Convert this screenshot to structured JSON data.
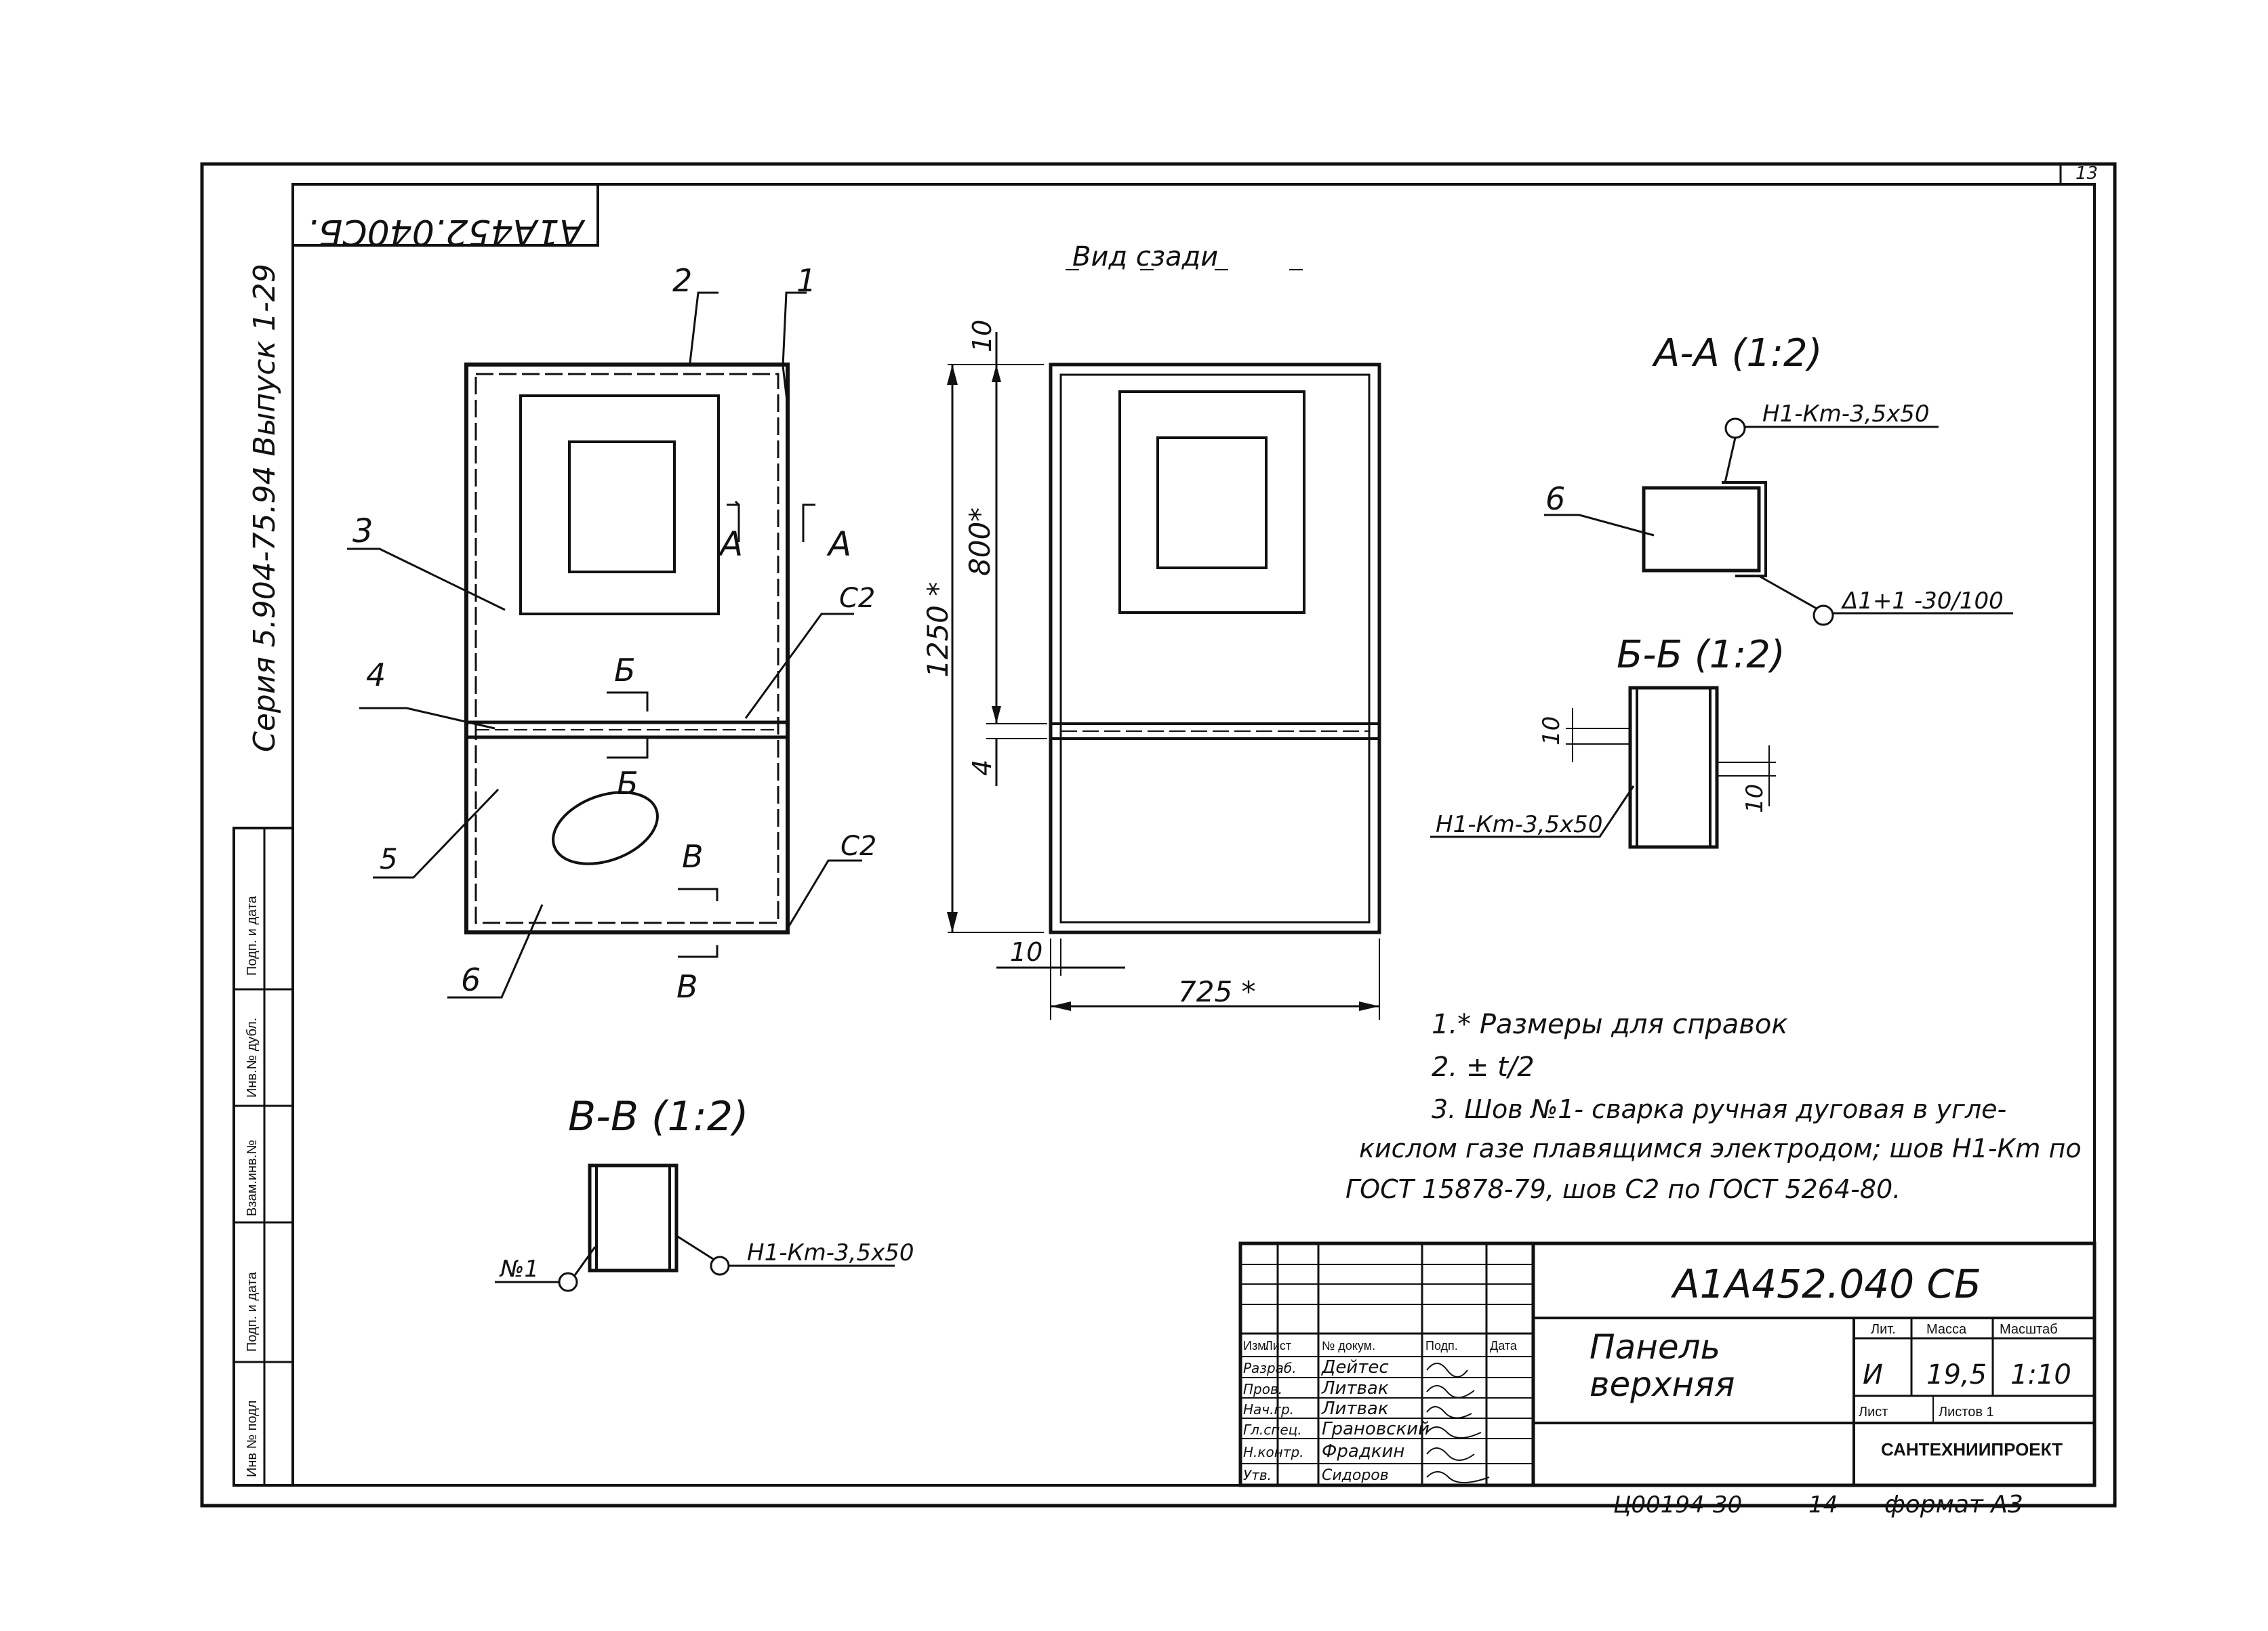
{
  "page_number": "13",
  "mirrored_stamp": "A1A452.040СБ.",
  "side_note": "Серия 5.904-75.94 Выпуск 1-29",
  "view_title": "Вид сзади",
  "left_panel": {
    "callouts": [
      "1",
      "2",
      "3",
      "4",
      "5",
      "6",
      "С2",
      "С2"
    ],
    "section_marks": [
      "А",
      "А",
      "Б",
      "Б",
      "В",
      "В"
    ]
  },
  "rear_view": {
    "dim_top": "10",
    "dim_upper": "800*",
    "dim_total": "1250 *",
    "dim_mid": "4",
    "dim_left": "10",
    "dim_width": "725 *"
  },
  "section_aa": {
    "title": "А-А (1:2)",
    "callout": "6",
    "weld_top": "Н1-Кm-3,5x50",
    "weld_bottom": "Δ1+1 -30/100"
  },
  "section_bb": {
    "title": "Б-Б (1:2)",
    "dim_a": "10",
    "dim_b": "10",
    "weld": "Н1-Кm-3,5x50"
  },
  "section_vv": {
    "title": "В-В (1:2)",
    "weld_left": "№1",
    "weld_right": "Н1-Кm-3,5x50"
  },
  "notes": [
    "1.* Размеры для справок",
    "2. ± t/2",
    "3. Шов №1- сварка ручная дуговая в угле-",
    "кислом газе плавящимся электродом; шов Н1-Кm по",
    "ГОСТ 15878-79, шов С2 по ГОСТ 5264-80."
  ],
  "left_strip": [
    "Подп. и дата",
    "Инв.№ дубл.",
    "Взам.инв.№",
    "Подп. и дата",
    "Инв № подл"
  ],
  "title_block": {
    "doc_number": "А1А452.040 СБ",
    "name_line1": "Панель",
    "name_line2": "верхняя",
    "header_cells": [
      "Изм.",
      "Лист",
      "№ докум.",
      "Подп.",
      "Дата"
    ],
    "roles": [
      "Разраб.",
      "Пров.",
      "Нач.гр.",
      "Гл.спец.",
      "Н.контр.",
      "Утв."
    ],
    "names": [
      "Дейтес",
      "Литвак",
      "Литвак",
      "Грановский",
      "Фрадкин",
      "Сидоров"
    ],
    "col_heads": [
      "Лит.",
      "Масса",
      "Масштаб"
    ],
    "lit": "И",
    "mass": "19,5",
    "scale": "1:10",
    "sheet_label": "Лист",
    "sheets_label": "Листов 1",
    "org": "САНТЕХНИИПРОЕКТ"
  },
  "footer": {
    "inv": "Ц00194-30",
    "num": "14",
    "format": "формат А3"
  }
}
